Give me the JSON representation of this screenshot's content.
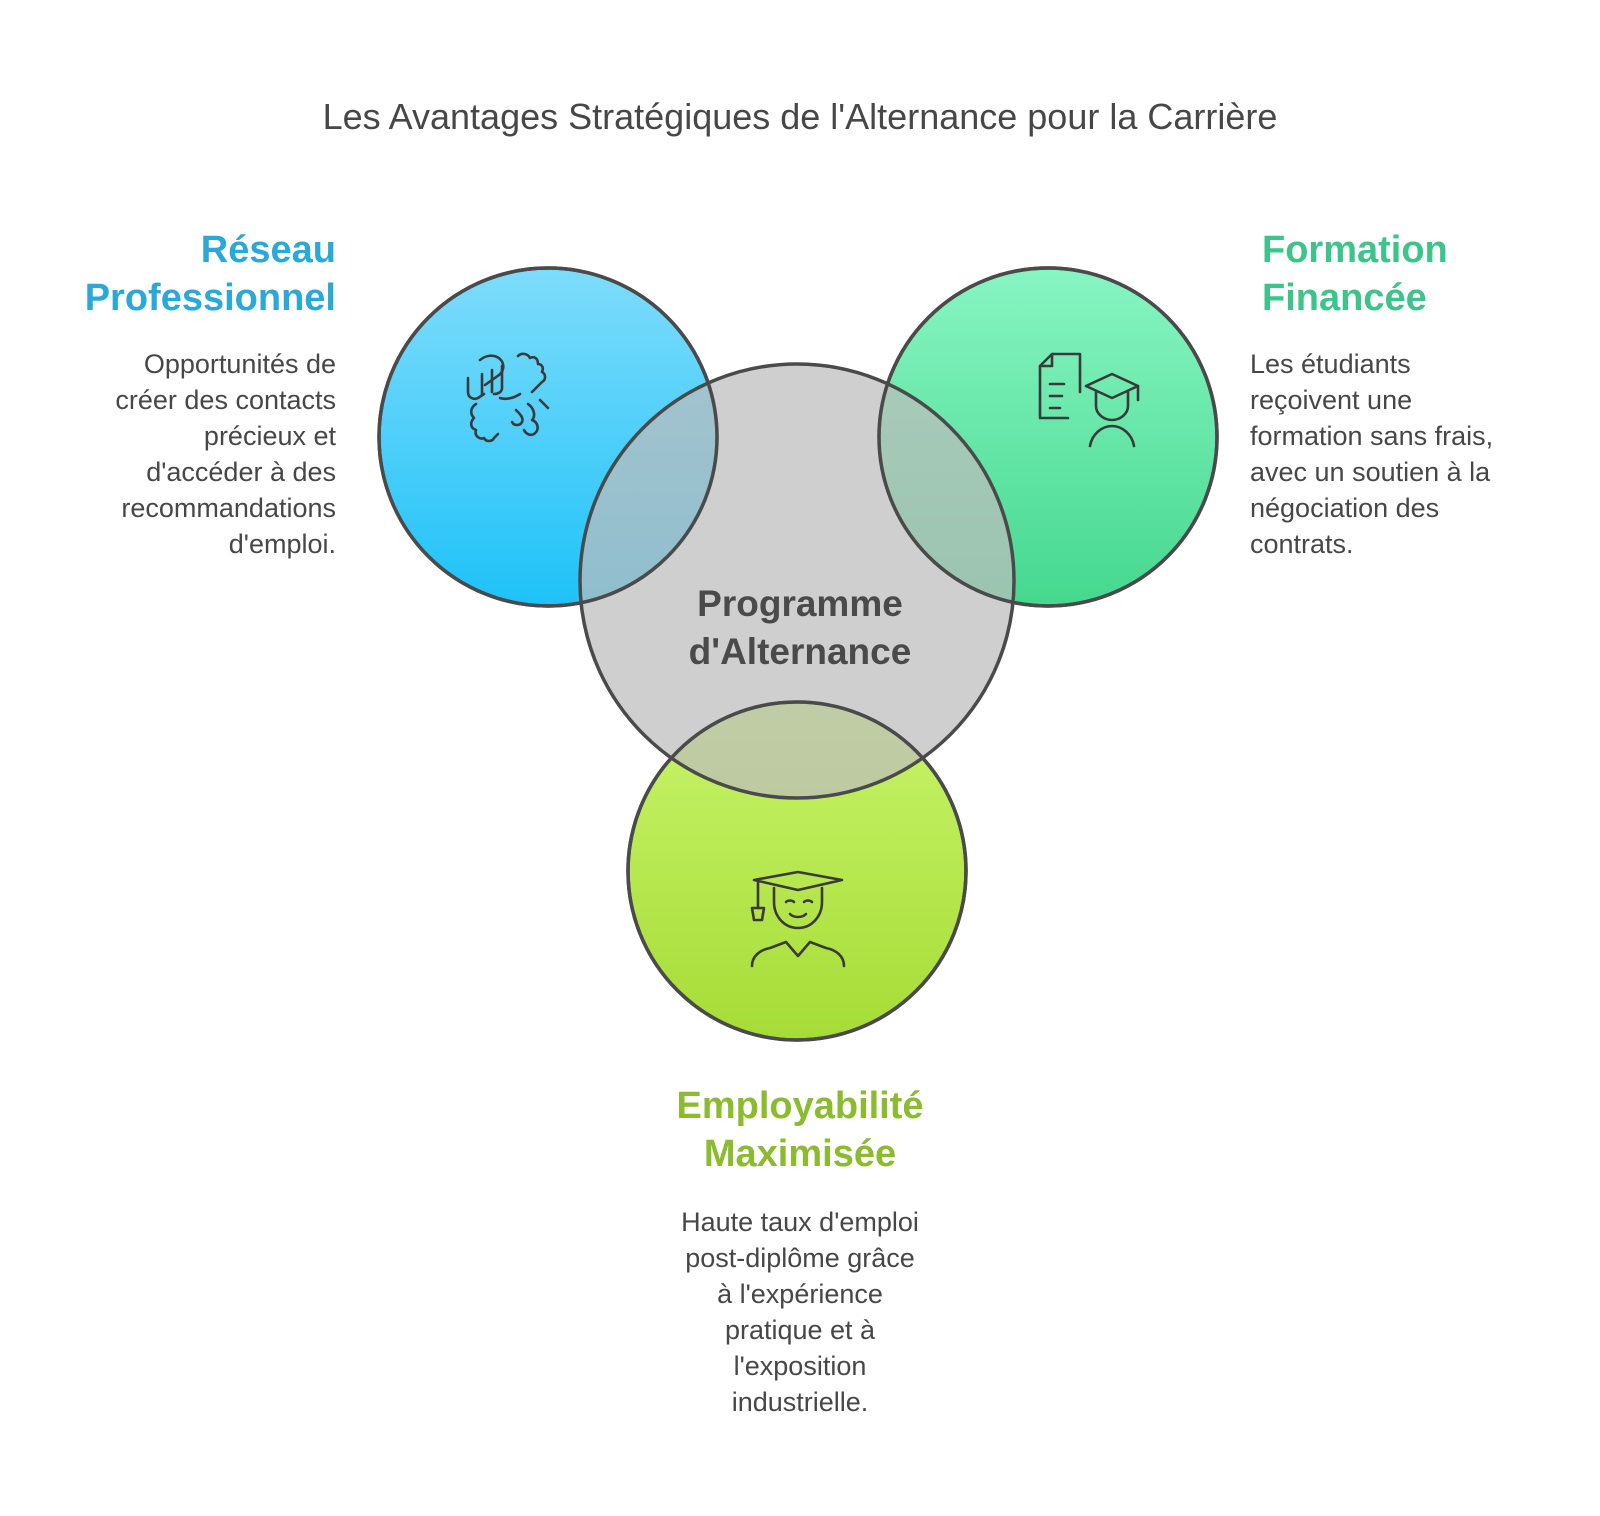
{
  "title": "Les Avantages Stratégiques de l'Alternance pour la Carrière",
  "center": {
    "label_line1": "Programme",
    "label_line2": "d'Alternance",
    "color": "#cccccc"
  },
  "nodes": {
    "reseau": {
      "title_line1": "Réseau",
      "title_line2": "Professionnel",
      "description": [
        "Opportunités de",
        "créer des contacts",
        "précieux et",
        "d'accéder à des",
        "recommandations",
        "d'emploi."
      ],
      "color": "#2aa9d9",
      "icon": "handshake-icon"
    },
    "formation": {
      "title_line1": "Formation",
      "title_line2": "Financée",
      "description": [
        "Les étudiants",
        "reçoivent une",
        "formation sans frais,",
        "avec un soutien à la",
        "négociation des",
        "contrats."
      ],
      "color": "#3cc48a",
      "icon": "document-graduate-icon"
    },
    "emploi": {
      "title_line1": "Employabilité",
      "title_line2": "Maximisée",
      "description": [
        "Haute taux d'emploi",
        "post-diplôme grâce",
        "à l'expérience",
        "pratique et à",
        "l'exposition",
        "industrielle."
      ],
      "color": "#8bbb2e",
      "icon": "graduate-icon"
    }
  }
}
